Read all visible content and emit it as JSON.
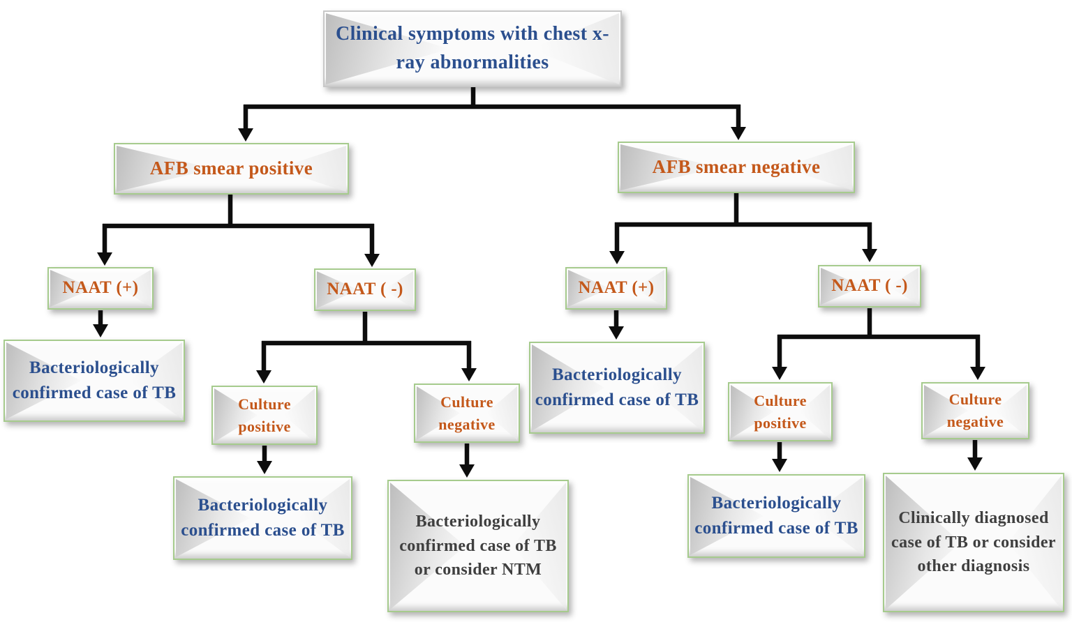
{
  "diagram": {
    "type": "flowchart",
    "topic": "TB diagnostic algorithm",
    "nodes": {
      "root": {
        "label": "Clinical symptoms with chest x-ray abnormalities",
        "color": "blue"
      },
      "afb_positive": {
        "label": "AFB smear positive",
        "color": "orange"
      },
      "afb_negative": {
        "label": "AFB smear negative",
        "color": "orange"
      },
      "naat_pos_left": {
        "label": "NAAT (+)",
        "color": "orange"
      },
      "naat_neg_left": {
        "label": "NAAT ( -)",
        "color": "orange"
      },
      "naat_pos_right": {
        "label": "NAAT (+)",
        "color": "orange"
      },
      "naat_neg_right": {
        "label": "NAAT ( -)",
        "color": "orange"
      },
      "bact_confirmed_1": {
        "label": "Bacteriologically confirmed case of TB",
        "color": "blue"
      },
      "culture_pos_left": {
        "label": "Culture positive",
        "color": "orange"
      },
      "culture_neg_left": {
        "label": "Culture negative",
        "color": "orange"
      },
      "bact_confirmed_2": {
        "label": "Bacteriologically confirmed case of TB",
        "color": "blue"
      },
      "culture_pos_right": {
        "label": "Culture positive",
        "color": "orange"
      },
      "culture_neg_right": {
        "label": "Culture negative",
        "color": "orange"
      },
      "bact_confirmed_3": {
        "label": "Bacteriologically confirmed case of TB",
        "color": "blue"
      },
      "bact_or_ntm": {
        "label": "Bacteriologically confirmed case of TB or consider NTM",
        "color": "gray"
      },
      "bact_confirmed_4": {
        "label": "Bacteriologically confirmed case of TB",
        "color": "blue"
      },
      "clinically_diagnosed": {
        "label": "Clinically diagnosed case of TB or consider other diagnosis",
        "color": "gray"
      }
    },
    "edges": [
      [
        "root",
        "afb_positive"
      ],
      [
        "root",
        "afb_negative"
      ],
      [
        "afb_positive",
        "naat_pos_left"
      ],
      [
        "afb_positive",
        "naat_neg_left"
      ],
      [
        "naat_pos_left",
        "bact_confirmed_1"
      ],
      [
        "naat_neg_left",
        "culture_pos_left"
      ],
      [
        "naat_neg_left",
        "culture_neg_left"
      ],
      [
        "culture_pos_left",
        "bact_confirmed_3"
      ],
      [
        "culture_neg_left",
        "bact_or_ntm"
      ],
      [
        "afb_negative",
        "naat_pos_right"
      ],
      [
        "afb_negative",
        "naat_neg_right"
      ],
      [
        "naat_pos_right",
        "bact_confirmed_2"
      ],
      [
        "naat_neg_right",
        "culture_pos_right"
      ],
      [
        "naat_neg_right",
        "culture_neg_right"
      ],
      [
        "culture_pos_right",
        "bact_confirmed_4"
      ],
      [
        "culture_neg_right",
        "clinically_diagnosed"
      ]
    ],
    "palette": {
      "blue": "#2b4f8e",
      "orange": "#c4581a",
      "gray": "#3f3f3f",
      "border_green": "#a6cb8d",
      "border_gray": "#c8c8c8",
      "line": "#0d0d0d"
    }
  }
}
